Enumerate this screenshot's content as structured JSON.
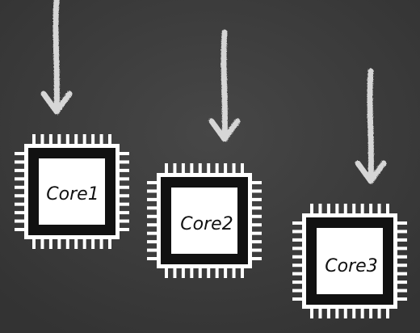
{
  "board": {
    "background": "#3c3c3c",
    "chalk": "#d6d6d6",
    "chip_outline": "#111111",
    "chip_fill": "#ffffff"
  },
  "chips": [
    {
      "label": "Core1",
      "arrow_icon": "down-arrow-icon",
      "chip_icon": "cpu-chip-icon"
    },
    {
      "label": "Core2",
      "arrow_icon": "down-arrow-icon",
      "chip_icon": "cpu-chip-icon"
    },
    {
      "label": "Core3",
      "arrow_icon": "down-arrow-icon",
      "chip_icon": "cpu-chip-icon"
    }
  ]
}
